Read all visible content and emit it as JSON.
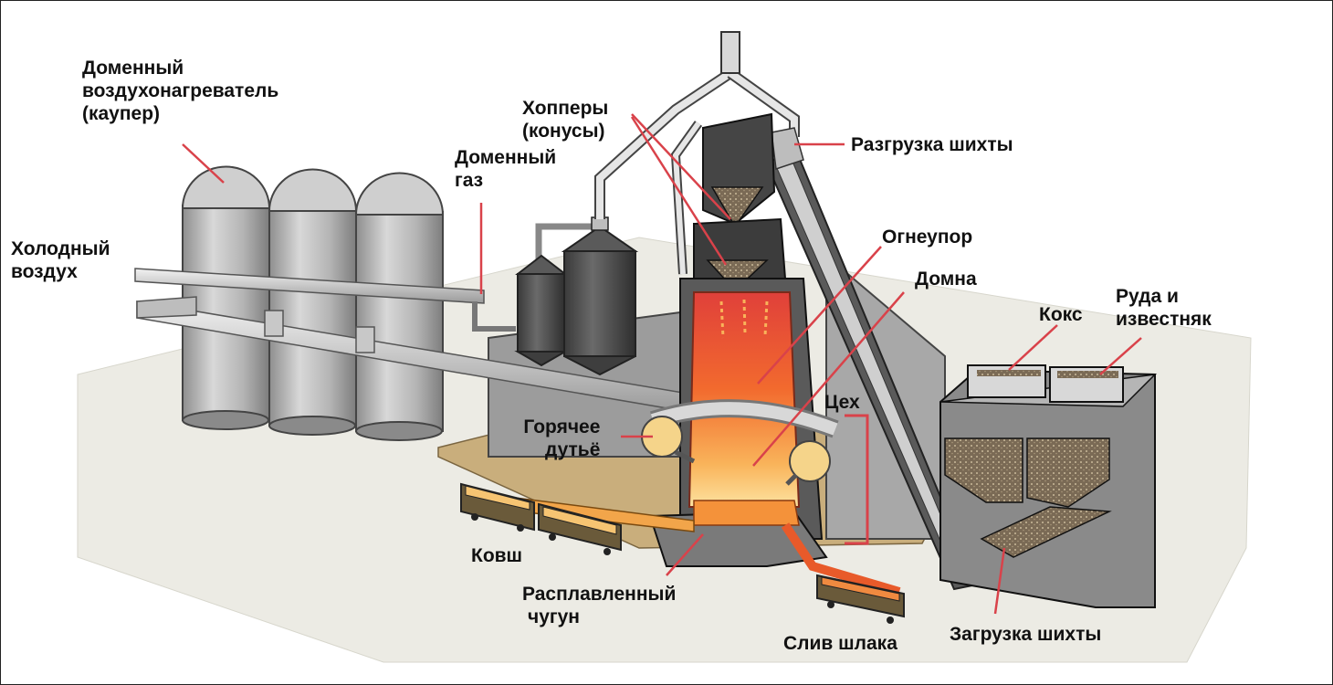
{
  "labels": {
    "cowper": [
      "Доменный",
      "воздухонагреватель",
      "(каупер)"
    ],
    "cold_air": [
      "Холодный",
      "воздух"
    ],
    "blast_gas": [
      "Доменный",
      "газ"
    ],
    "hoppers": [
      "Хопперы",
      "(конусы)"
    ],
    "charge_unload": "Разгрузка шихты",
    "refractory": "Огнеупор",
    "furnace": "Домна",
    "coke": "Кокс",
    "ore": [
      "Руда и",
      "известняк"
    ],
    "shop": "Цех",
    "hot_blast": [
      "Горячее",
      "дутьё"
    ],
    "ladle": "Ковш",
    "molten_iron": [
      "Расплавленный",
      "чугун"
    ],
    "slag_drain": "Слив шлака",
    "charge_load": "Загрузка шихты"
  },
  "colors": {
    "leader": "#d9424a",
    "shop_bracket": "#d9424a",
    "ground": "#ecebe4",
    "metal_dark": "#4a4a4a",
    "metal_light": "#d4d4d4",
    "fire": "#f05a28",
    "molten": "#f2a54a"
  }
}
